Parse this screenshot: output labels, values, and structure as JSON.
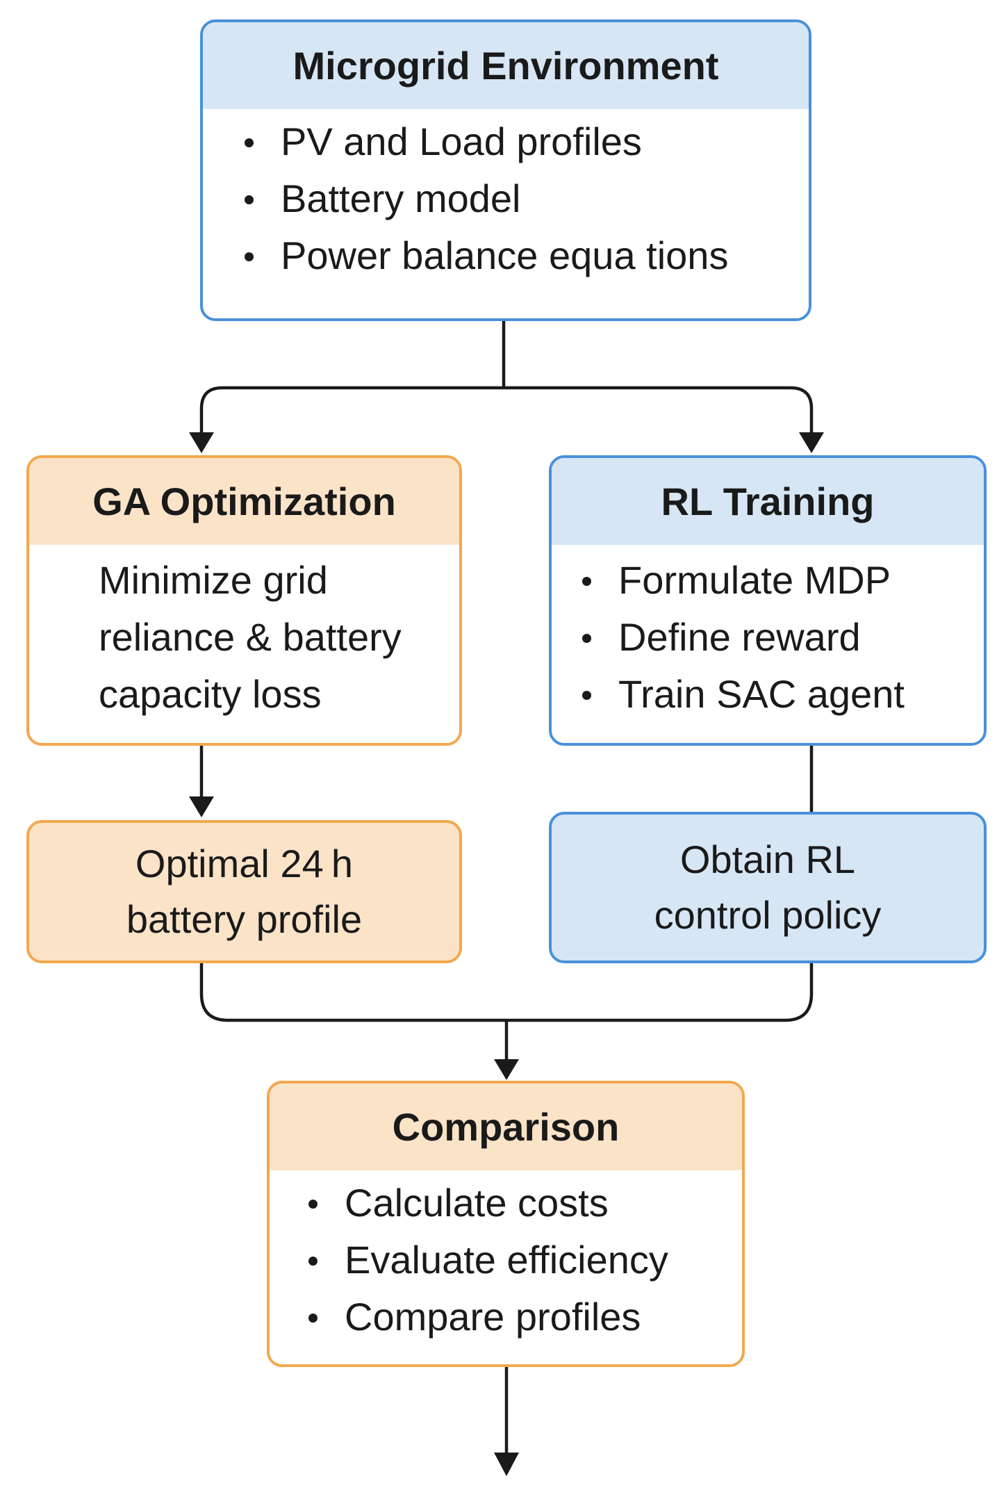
{
  "microgrid": {
    "title": "Microgrid Environment",
    "items": [
      "PV and Load profiles",
      "Battery model",
      "Power balance equa tions"
    ]
  },
  "ga": {
    "title": "GA Optimization",
    "lines": [
      "Minimize grid",
      "reliance & battery",
      "capacity loss"
    ]
  },
  "rl": {
    "title": "RL Training",
    "items": [
      "Formulate MDP",
      "Define reward",
      "Train SAC agent"
    ]
  },
  "ga_result": {
    "lines": [
      "Optimal 24 h",
      "battery profile"
    ]
  },
  "rl_result": {
    "lines": [
      "Obtain RL",
      "control policy"
    ]
  },
  "comparison": {
    "title": "Comparison",
    "items": [
      "Calculate costs",
      "Evaluate efficiency",
      "Compare profiles"
    ]
  },
  "colors": {
    "blue_border": "#4a90d9",
    "blue_fill": "#d6e6f5",
    "orange_border": "#f2a84e",
    "orange_fill": "#fbe3c8",
    "connector": "#1a1a1a"
  }
}
